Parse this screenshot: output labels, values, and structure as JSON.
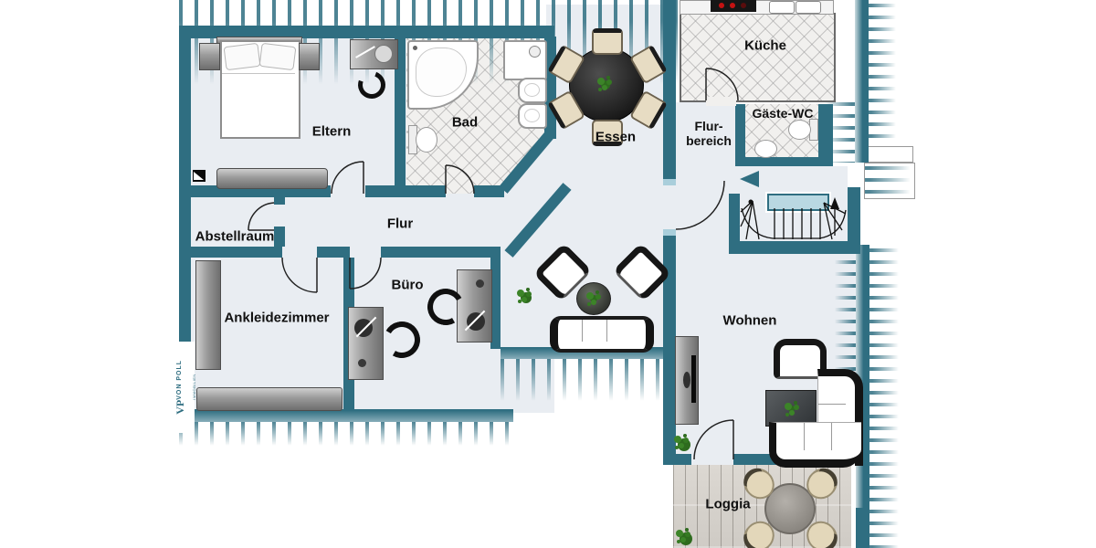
{
  "watermark": {
    "brand": "VP",
    "name": "VON POLL",
    "sub": "IMMOBILIEN"
  },
  "rooms": {
    "eltern": "Eltern",
    "bad": "Bad",
    "essen": "Essen",
    "kueche": "Küche",
    "flurbereich_line1": "Flur-",
    "flurbereich_line2": "bereich",
    "gaeste_wc": "Gäste-WC",
    "abstellraum": "Abstellraum",
    "flur": "Flur",
    "buero": "Büro",
    "ankleidezimmer": "Ankleidezimmer",
    "wohnen": "Wohnen",
    "loggia": "Loggia"
  },
  "colors": {
    "wall_teal": "#2f6e81",
    "floor": "#e9edf2",
    "tile": "#f1f0ee",
    "deck": "#d7d3cd",
    "stair_landing": "#b9d8e2"
  }
}
